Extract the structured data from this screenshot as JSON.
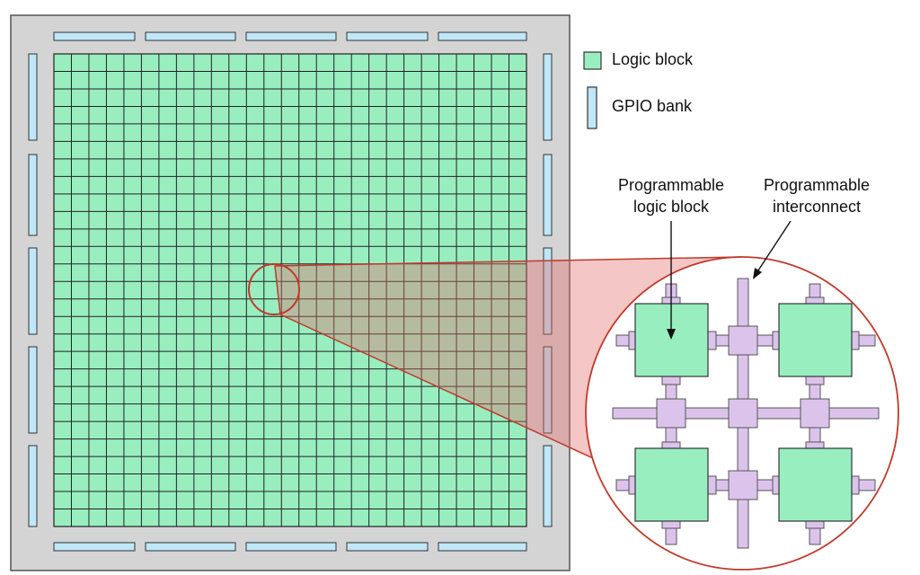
{
  "legend": {
    "logic_block": {
      "label": "Logic block",
      "color": "#99eec0"
    },
    "gpio_bank": {
      "label": "GPIO bank",
      "color": "#bfe7f7"
    }
  },
  "callouts": {
    "logic_block": "Programmable\nlogic block",
    "interconnect": "Programmable\ninterconnect"
  },
  "colors": {
    "chip_body": "#d4d4d4",
    "grid_fill": "#99eec0",
    "grid_line": "#222222",
    "io_bank": "#bfe7f7",
    "zoom_outline": "#c0392b",
    "zoom_fill": "#e36a6a",
    "interconnect": "#dcc3ec",
    "interconnect_stroke": "#555555",
    "logic_block": "#99eec0"
  },
  "fabric": {
    "grid_columns": 27,
    "grid_rows": 27
  }
}
